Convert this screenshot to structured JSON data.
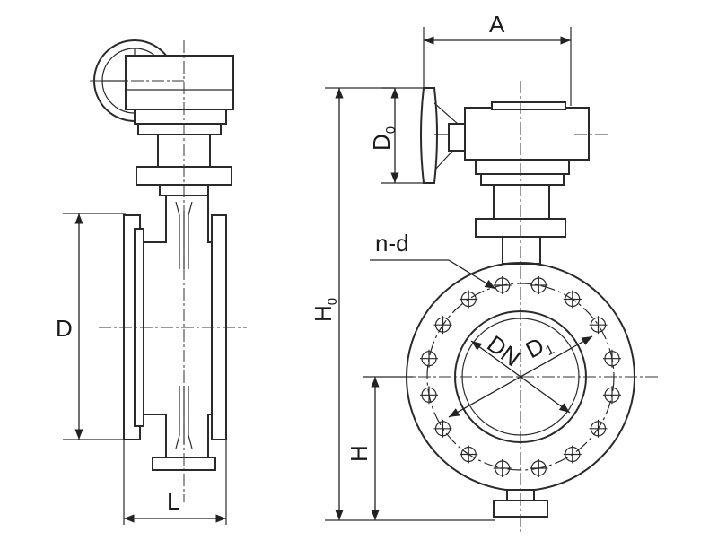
{
  "labels": {
    "A": "A",
    "D0": "D",
    "D0_sub": "0",
    "H0": "H",
    "H0_sub": "0",
    "nd": "n-d",
    "DN": "DN",
    "D1": "D",
    "D1_sub": "1",
    "D": "D",
    "L": "L",
    "H": "H"
  }
}
